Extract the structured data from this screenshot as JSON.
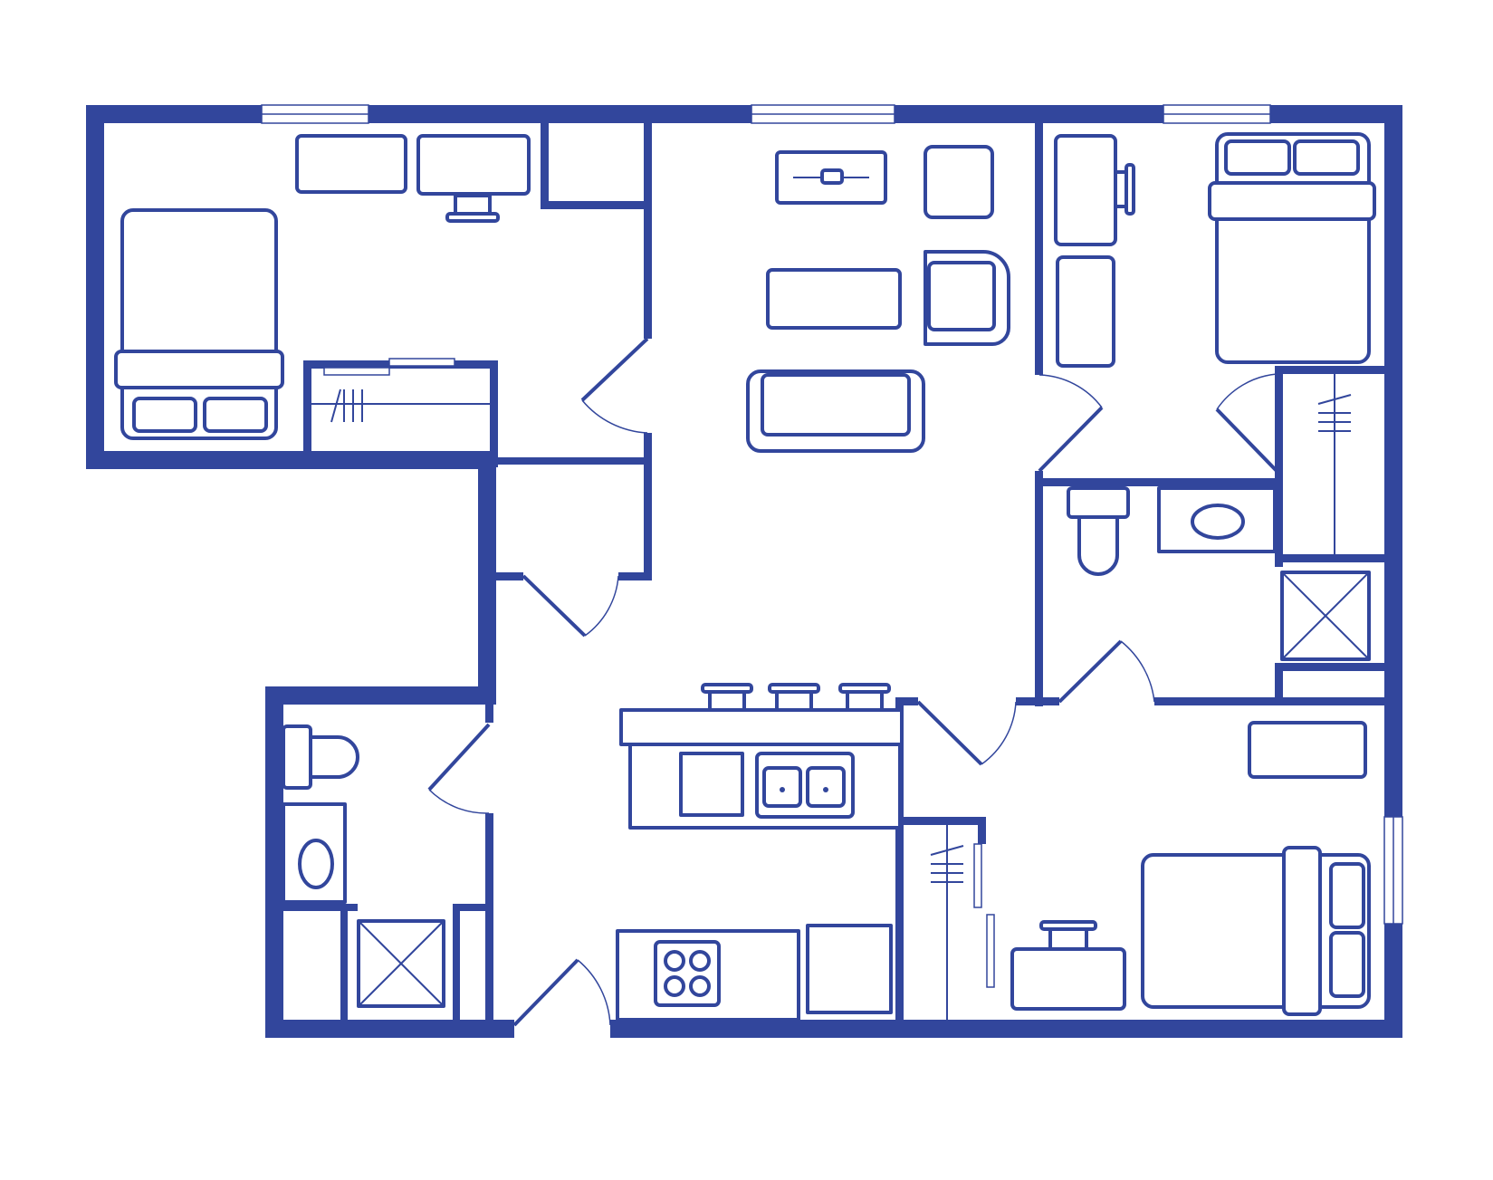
{
  "colors": {
    "line": "#32469c",
    "background": "#ffffff"
  },
  "plan": {
    "type": "apartment-floor-plan",
    "rooms": [
      "bedroom-1",
      "bedroom-2",
      "bedroom-3",
      "living-room",
      "kitchen",
      "bathroom-1",
      "bathroom-2",
      "closet",
      "entry"
    ]
  }
}
